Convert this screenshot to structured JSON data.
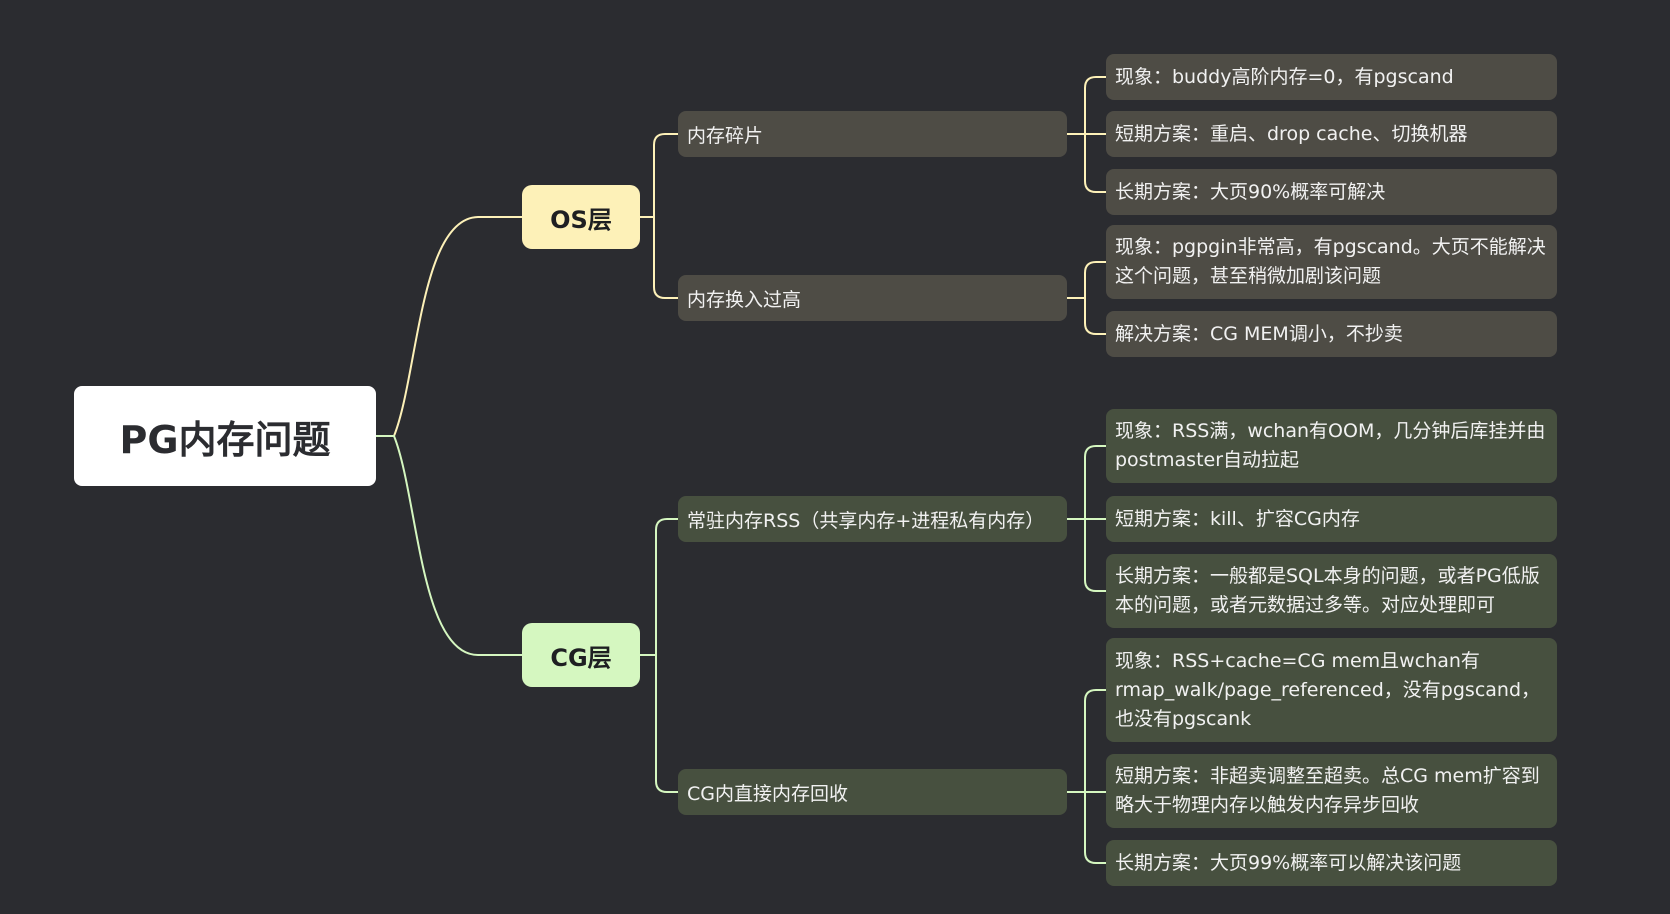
{
  "root": {
    "label": "PG内存问题"
  },
  "os_layer": {
    "label": "OS层",
    "color": "#fdf1b8",
    "branches": [
      {
        "label": "内存碎片",
        "leaves": [
          "现象：buddy高阶内存=0，有pgscand",
          "短期方案：重启、drop cache、切换机器",
          "长期方案：大页90%概率可解决"
        ]
      },
      {
        "label": "内存换入过高",
        "leaves": [
          "现象：pgpgin非常高，有pgscand。大页不能解决这个问题，甚至稍微加剧该问题",
          "解决方案：CG MEM调小，不抄卖"
        ]
      }
    ]
  },
  "cg_layer": {
    "label": "CG层",
    "color": "#d5f7c0",
    "branches": [
      {
        "label": "常驻内存RSS（共享内存+进程私有内存）",
        "leaves": [
          "现象：RSS满，wchan有OOM，几分钟后库挂并由postmaster自动拉起",
          "短期方案：kill、扩容CG内存",
          "长期方案：一般都是SQL本身的问题，或者PG低版本的问题，或者元数据过多等。对应处理即可"
        ]
      },
      {
        "label": "CG内直接内存回收",
        "leaves": [
          "现象：RSS+cache=CG mem且wchan有rmap_walk/page_referenced，没有pgscand，也没有pgscank",
          "短期方案：非超卖调整至超卖。总CG mem扩容到略大于物理内存以触发内存异步回收",
          "长期方案：大页99%概率可以解决该问题"
        ]
      }
    ]
  }
}
